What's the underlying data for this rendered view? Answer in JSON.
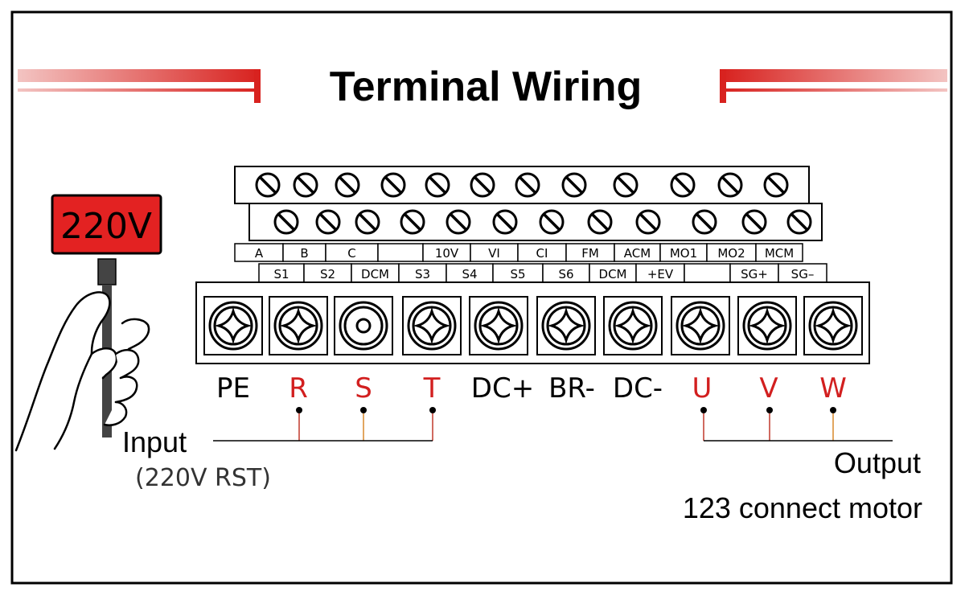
{
  "title": "Terminal Wiring",
  "voltage_badge": "220V",
  "colors": {
    "accent_red": "#d8221f",
    "badge_red": "#e32222",
    "wire_orange": "#d9892b",
    "wire_red": "#c0392b",
    "phase_label_red": "#d21f1f"
  },
  "control_screws_row1": 12,
  "control_screws_row2": 12,
  "control_labels_row1": [
    "A",
    "B",
    "C",
    "",
    "10V",
    "VI",
    "CI",
    "FM",
    "ACM",
    "MO1",
    "MO2",
    "MCM"
  ],
  "control_labels_row2": [
    "S1",
    "S2",
    "DCM",
    "S3",
    "S4",
    "S5",
    "S6",
    "DCM",
    "+EV",
    "",
    "SG+",
    "SG–"
  ],
  "power_terminals": [
    {
      "label": "PE",
      "color": "#000000",
      "screw": "cross-icon"
    },
    {
      "label": "R",
      "color": "#d21f1f",
      "screw": "cross-icon"
    },
    {
      "label": "S",
      "color": "#d21f1f",
      "screw": "circle-icon"
    },
    {
      "label": "T",
      "color": "#d21f1f",
      "screw": "cross-icon"
    },
    {
      "label": "DC+",
      "color": "#000000",
      "screw": "cross-icon"
    },
    {
      "label": "BR-",
      "color": "#000000",
      "screw": "cross-icon"
    },
    {
      "label": "DC-",
      "color": "#000000",
      "screw": "cross-icon"
    },
    {
      "label": "U",
      "color": "#d21f1f",
      "screw": "cross-icon"
    },
    {
      "label": "V",
      "color": "#d21f1f",
      "screw": "cross-icon"
    },
    {
      "label": "W",
      "color": "#d21f1f",
      "screw": "cross-icon"
    }
  ],
  "input_label": "Input",
  "input_sublabel": "(220V RST)",
  "output_label": "Output",
  "output_sublabel": "123 connect motor"
}
